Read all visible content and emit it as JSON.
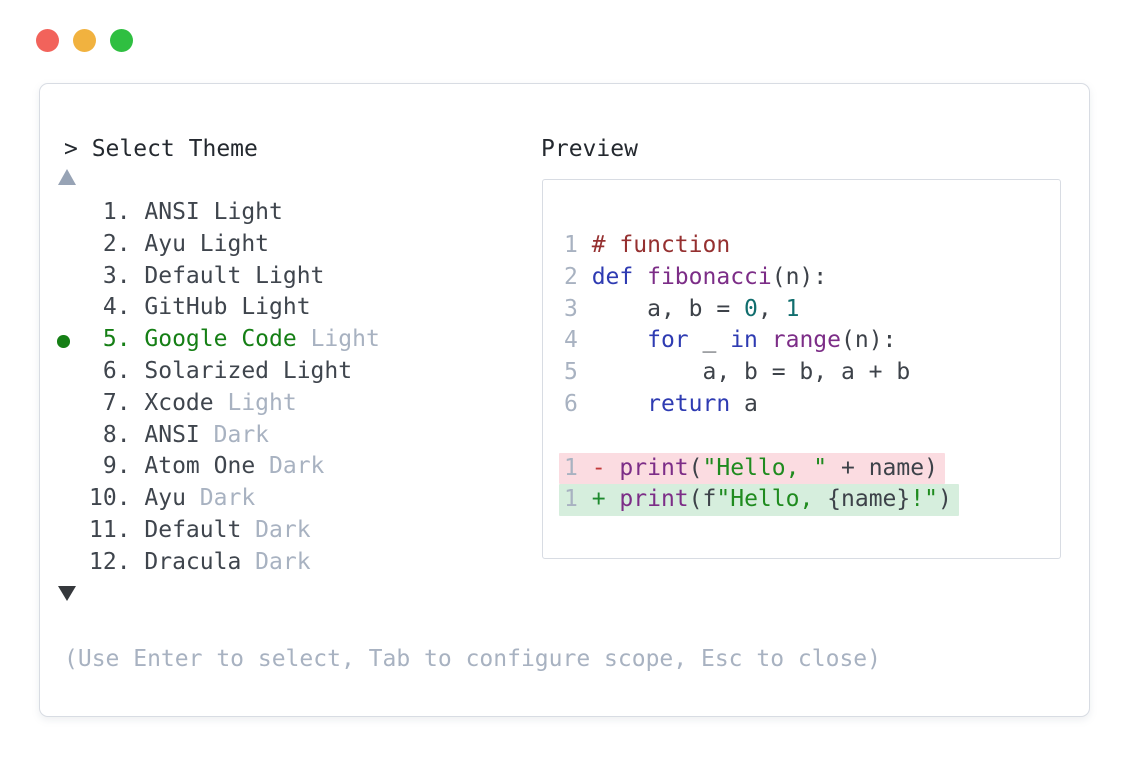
{
  "colors": {
    "accent_red": "#f2635b",
    "accent_yellow": "#f1b23f",
    "accent_green": "#2fbf41",
    "border": "#d8dce3",
    "prompt_text": "#24292f",
    "item_text": "#3f454d",
    "muted": "#a8b2c1",
    "arrow_up": "#97a3b5",
    "arrow_down": "#35383c",
    "selected_green": "#157f15",
    "comment": "#953030",
    "keyword": "#2e3bb2",
    "func": "#7c2d87",
    "number": "#116e6e",
    "string": "#1f8b1f",
    "plain": "#3d4249",
    "lineno": "#a8b2c1",
    "minus": "#c23a3a",
    "plus": "#1e8a2e",
    "del_bg": "#fbdce1",
    "add_bg": "#d6eedd"
  },
  "window": {
    "buttons": [
      "close",
      "minimize",
      "maximize"
    ]
  },
  "picker": {
    "prompt": "> Select Theme",
    "hint": "(Use Enter to select, Tab to configure scope, Esc to close)",
    "selected_number": "5",
    "items": [
      {
        "number": "1",
        "name": "ANSI Light",
        "suffix": "",
        "selected": false
      },
      {
        "number": "2",
        "name": "Ayu Light",
        "suffix": "",
        "selected": false
      },
      {
        "number": "3",
        "name": "Default Light",
        "suffix": "",
        "selected": false
      },
      {
        "number": "4",
        "name": "GitHub Light",
        "suffix": "",
        "selected": false
      },
      {
        "number": "5",
        "name": "Google Code",
        "suffix": "Light",
        "selected": true
      },
      {
        "number": "6",
        "name": "Solarized Light",
        "suffix": "",
        "selected": false
      },
      {
        "number": "7",
        "name": "Xcode",
        "suffix": "Light",
        "selected": false
      },
      {
        "number": "8",
        "name": "ANSI",
        "suffix": "Dark",
        "selected": false
      },
      {
        "number": "9",
        "name": "Atom One",
        "suffix": "Dark",
        "selected": false
      },
      {
        "number": "10",
        "name": "Ayu",
        "suffix": "Dark",
        "selected": false
      },
      {
        "number": "11",
        "name": "Default",
        "suffix": "Dark",
        "selected": false
      },
      {
        "number": "12",
        "name": "Dracula",
        "suffix": "Dark",
        "selected": false
      }
    ]
  },
  "preview": {
    "label": "Preview",
    "lines": [
      {
        "num": "1",
        "tokens": [
          [
            "# function",
            "comment"
          ]
        ]
      },
      {
        "num": "2",
        "tokens": [
          [
            "def",
            "keyword"
          ],
          [
            " ",
            "plain"
          ],
          [
            "fibonacci",
            "func"
          ],
          [
            "(n):",
            "plain"
          ]
        ]
      },
      {
        "num": "3",
        "tokens": [
          [
            "    a, b = ",
            "plain"
          ],
          [
            "0",
            "number"
          ],
          [
            ", ",
            "plain"
          ],
          [
            "1",
            "number"
          ]
        ]
      },
      {
        "num": "4",
        "tokens": [
          [
            "    ",
            "plain"
          ],
          [
            "for",
            "keyword"
          ],
          [
            " _ ",
            "plain"
          ],
          [
            "in",
            "keyword"
          ],
          [
            " ",
            "plain"
          ],
          [
            "range",
            "func"
          ],
          [
            "(n):",
            "plain"
          ]
        ]
      },
      {
        "num": "5",
        "tokens": [
          [
            "        a, b = b, a + b",
            "plain"
          ]
        ]
      },
      {
        "num": "6",
        "tokens": [
          [
            "    ",
            "plain"
          ],
          [
            "return",
            "keyword"
          ],
          [
            " a",
            "plain"
          ]
        ]
      },
      {
        "num": "",
        "tokens": []
      },
      {
        "num": "1",
        "diff": "del",
        "tokens": [
          [
            "-",
            "minus"
          ],
          [
            " ",
            "plain"
          ],
          [
            "print",
            "func"
          ],
          [
            "(",
            "plain"
          ],
          [
            "\"Hello, \"",
            "string"
          ],
          [
            " + name)",
            "plain"
          ]
        ]
      },
      {
        "num": "1",
        "diff": "add",
        "tokens": [
          [
            "+",
            "plus"
          ],
          [
            " ",
            "plain"
          ],
          [
            "print",
            "func"
          ],
          [
            "(f",
            "plain"
          ],
          [
            "\"Hello, ",
            "string"
          ],
          [
            "{name}",
            "plain"
          ],
          [
            "!\"",
            "string"
          ],
          [
            ")",
            "plain"
          ]
        ]
      }
    ]
  }
}
